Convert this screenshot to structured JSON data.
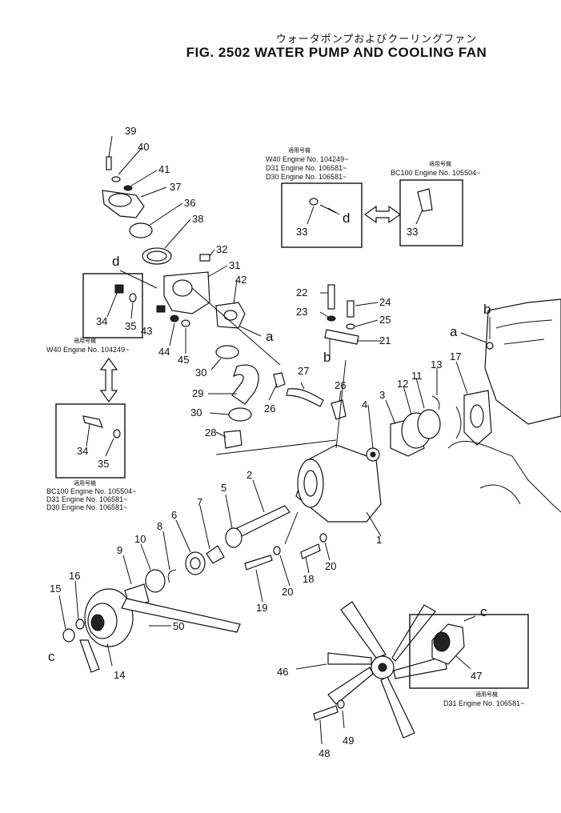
{
  "header": {
    "title_jp": "ウォータポンプおよびクーリングファン",
    "title": "FIG. 2502  WATER PUMP AND COOLING FAN"
  },
  "callouts": {
    "c1": "1",
    "c2": "2",
    "c3": "3",
    "c4": "4",
    "c5": "5",
    "c6": "6",
    "c7": "7",
    "c8": "8",
    "c9": "9",
    "c10": "10",
    "c11": "11",
    "c12": "12",
    "c13": "13",
    "c14": "14",
    "c15": "15",
    "c16": "16",
    "c17": "17",
    "c18": "18",
    "c19": "19",
    "c20a": "20",
    "c20b": "20",
    "c21": "21",
    "c22": "22",
    "c23": "23",
    "c24": "24",
    "c25": "25",
    "c26a": "26",
    "c26b": "26",
    "c27": "27",
    "c28": "28",
    "c29": "29",
    "c30a": "30",
    "c30b": "30",
    "c31": "31",
    "c32": "32",
    "c33a": "33",
    "c33b": "33",
    "c34a": "34",
    "c34b": "34",
    "c35a": "35",
    "c35b": "35",
    "c36": "36",
    "c37": "37",
    "c38": "38",
    "c39": "39",
    "c40": "40",
    "c41": "41",
    "c42": "42",
    "c43": "43",
    "c44": "44",
    "c45": "45",
    "c46": "46",
    "c47": "47",
    "c48": "48",
    "c49": "49",
    "c50": "50"
  },
  "letters": {
    "a1": "a",
    "a2": "a",
    "b1": "b",
    "b2": "b",
    "c1": "c",
    "c2": "c",
    "d1": "d",
    "d2": "d"
  },
  "notes": {
    "box_top_left": {
      "jp": "適用号機",
      "lines": [
        "W40  Engine No. 104249~",
        "D31  Engine No. 106581~",
        "D30  Engine No. 106581~"
      ]
    },
    "box_top_right": {
      "jp": "適用号機",
      "lines": [
        "BC100  Engine No. 105504~"
      ]
    },
    "box_left_upper": {
      "jp": "適用号機",
      "lines": [
        "W40  Engine No. 104249~"
      ]
    },
    "box_left_lower": {
      "jp": "適用号機",
      "lines": [
        "BC100  Engine No. 105504~",
        "D31    Engine No. 106581~",
        "D30    Engine No. 106581~"
      ]
    },
    "box_fan": {
      "jp": "適用号機",
      "lines": [
        "D31  Engine No. 106581~"
      ]
    }
  }
}
